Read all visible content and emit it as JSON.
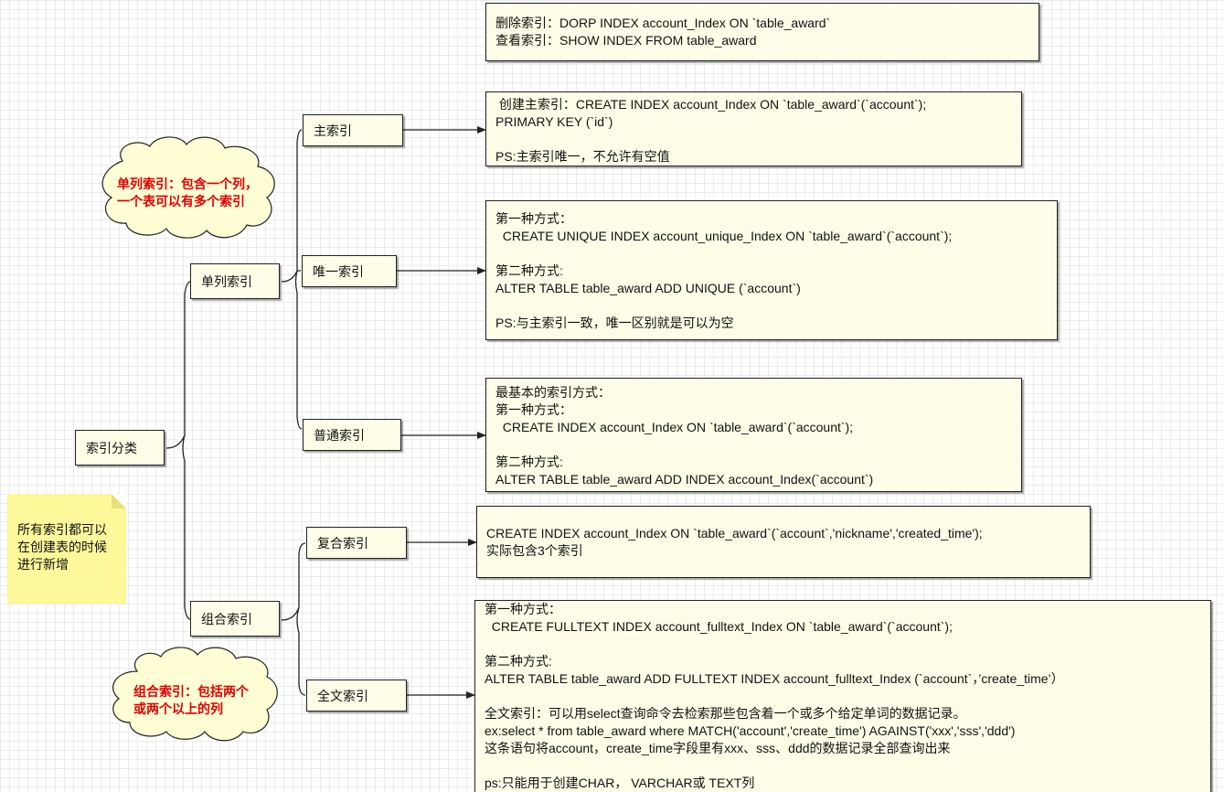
{
  "root": {
    "label": "索引分类"
  },
  "branches": {
    "single": {
      "label": "单列索引"
    },
    "composite": {
      "label": "组合索引"
    }
  },
  "leaves": {
    "primary": {
      "label": "主索引"
    },
    "unique": {
      "label": "唯一索引"
    },
    "normal": {
      "label": "普通索引"
    },
    "compound": {
      "label": "复合索引"
    },
    "fulltext": {
      "label": "全文索引"
    }
  },
  "notes": {
    "top": [
      "删除索引：DORP INDEX account_Index ON `table_award`",
      "查看索引：SHOW INDEX FROM table_award"
    ],
    "primary": [
      " 创建主索引：CREATE INDEX account_Index ON `table_award`(`account`);",
      "PRIMARY KEY (`id`)",
      "",
      "PS:主索引唯一，不允许有空值"
    ],
    "unique": [
      "第一种方式：",
      "  CREATE UNIQUE INDEX account_unique_Index ON `table_award`(`account`);",
      "",
      "第二种方式:",
      "ALTER TABLE table_award ADD UNIQUE (`account`)",
      "",
      "PS:与主索引一致，唯一区别就是可以为空"
    ],
    "normal": [
      "最基本的索引方式：",
      "第一种方式：",
      "  CREATE INDEX account_Index ON `table_award`(`account`);",
      "",
      "第二种方式:",
      "ALTER TABLE table_award ADD INDEX account_Index(`account`)"
    ],
    "compound": [
      "CREATE INDEX account_Index ON `table_award`(`account`,'nickname','created_time');",
      "实际包含3个索引"
    ],
    "fulltext": [
      "第一种方式：",
      "  CREATE FULLTEXT INDEX account_fulltext_Index ON `table_award`(`account`);",
      "",
      "第二种方式:",
      "ALTER TABLE table_award ADD FULLTEXT INDEX account_fulltext_Index (`account`，’create_time’）",
      "",
      "全文索引：可以用select查询命令去检索那些包含着一个或多个给定单词的数据记录。",
      "ex:select * from table_award where MATCH('account','create_time') AGAINST('xxx','sss','ddd')",
      "这条语句将account，create_time字段里有xxx、sss、ddd的数据记录全部查询出来",
      "",
      "ps:只能用于创建CHAR， VARCHAR或 TEXT列"
    ]
  },
  "clouds": {
    "single": [
      "单列索引：包含一个列，",
      "一个表可以有多个索引"
    ],
    "composite": [
      "组合索引：包括两个",
      "或两个以上的列"
    ]
  },
  "sticky": [
    "所有索引都可以",
    "在创建表的时候",
    "进行新增"
  ],
  "colors": {
    "node_fill": "#fffde8",
    "cloud_fill": "#fffed5",
    "cloud_text": "#e00000",
    "sticky_fill": "#fdf89a",
    "line": "#222222"
  }
}
